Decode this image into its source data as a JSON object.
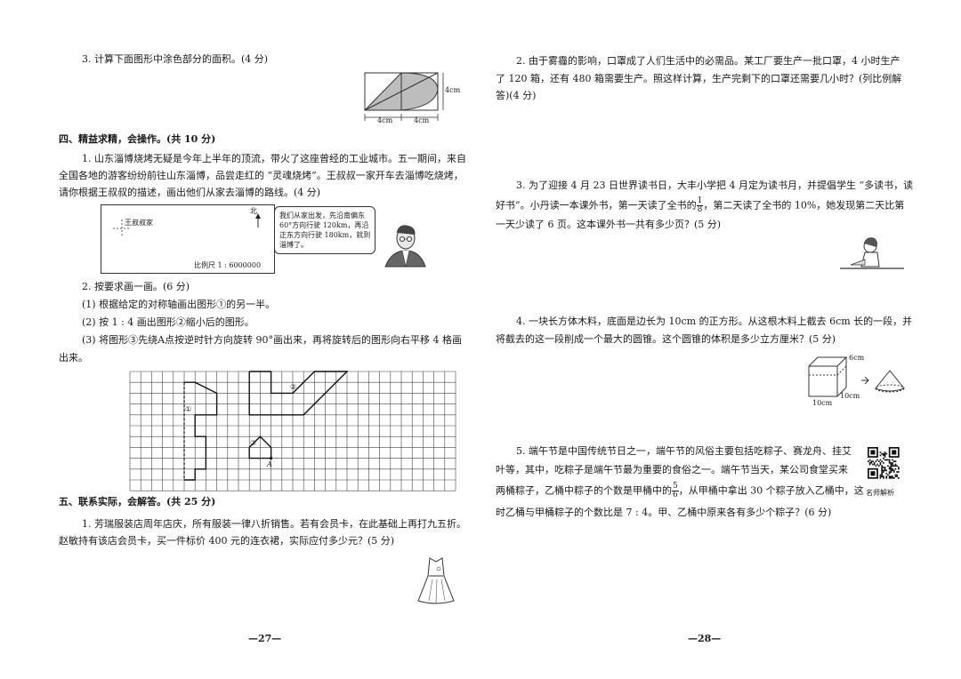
{
  "left": {
    "q3": {
      "text": "3. 计算下面图形中涂色部分的面积。(4 分)",
      "fig": {
        "height": "4cm",
        "w1": "4cm",
        "w2": "4cm"
      }
    },
    "section4": {
      "title": "四、精益求精，会操作。(共 10 分)",
      "q1": {
        "line1": "1. 山东淄博烧烤无疑是今年上半年的顶流，带火了这座曾经的工业城市。五一期间，来自",
        "line2": "全国各地的游客纷纷前往山东淄博，品尝走红的 “灵魂烧烤”。王叔叔一家开车去淄博吃烧烤，",
        "line3": "请你根据王叔叔的描述，画出他们从家去淄博的路线。(4 分)",
        "map_north": "北",
        "map_home": "王叔叔家",
        "map_scale": "比例尺 1 : 6000000",
        "speech": [
          "我们从家出发，先沿南偏东",
          "60°方向行驶 120km，再沿",
          "正东方向行驶 180km，就到",
          "淄博了。"
        ]
      },
      "q2": {
        "title": "2. 按要求画一画。(6 分)",
        "s1": "(1) 根据给定的对称轴画出图形①的另一半。",
        "s2": "(2) 按 1 : 4 画出图形②缩小后的图形。",
        "s3a": "(3) 将图形③先绕A点按逆时针方向旋转 90°画出来，再将旋转后的图形向右平移 4 格画",
        "s3b": "出来。",
        "labels": {
          "c1": "①",
          "c2": "②",
          "c3": "③",
          "a": "A"
        }
      }
    },
    "section5": {
      "title": "五、联系实际，会解答。(共 25 分)",
      "q1a": "1. 芳瑞服装店周年店庆，所有服装一律八折销售。若有会员卡，在此基础上再打九五折。",
      "q1b": "赵敏持有该店会员卡，买一件标价 400 元的连衣裙，实际应付多少元？(5 分)"
    },
    "page": "—27—"
  },
  "right": {
    "q2": {
      "line1": "2. 由于雾霾的影响，口罩成了人们生活中的必需品。某工厂要生产一批口罩，4 小时生产",
      "line2": "了 120 箱，还有 480 箱需要生产。照这样计算，生产完剩下的口罩还需要几小时？(列比例解",
      "line3": "答)(4 分)"
    },
    "q3": {
      "line1": "3. 为了迎接 4 月 23 日世界读书日，大丰小学把 4 月定为读书月，并提倡学生 “多读书，读",
      "line2a": "好书”。小丹读一本课外书，第一天读了全书的",
      "frac_num": "1",
      "frac_den": "8",
      "line2b": "，第二天读了全书的 10%，她发现第二天比第",
      "line3": "一天少读了 6 页。这本课外书一共有多少页？(5 分)"
    },
    "q4": {
      "line1": "4. 一块长方体木料，底面是边长为 10cm 的正方形。从这根木料上截去 6cm 长的一段，并",
      "line2": "将截去的这一段削成一个最大的圆锥。这个圆锥的体积是多少立方厘米？(5 分)",
      "fig": {
        "h": "6cm",
        "d": "10cm",
        "w": "10cm"
      }
    },
    "q5": {
      "line1": "5. 端午节是中国传统节日之一，端午节的风俗主要包括吃粽子、赛龙舟、挂艾",
      "line2": "叶等，其中，吃粽子是端午节最为重要的食俗之一。端午节当天，某公司食堂买来",
      "line3a": "两桶粽子，乙桶中粽子的个数是甲桶中的",
      "frac_num": "5",
      "frac_den": "6",
      "line3b": "，从甲桶中拿出 30 个粽子放入乙桶中，这",
      "line4": "时乙桶与甲桶粽子的个数比是 7 : 4。甲、乙桶中原来各有多少个粽子？(6 分)",
      "qr_caption": "名师解析"
    },
    "page": "—28—"
  }
}
